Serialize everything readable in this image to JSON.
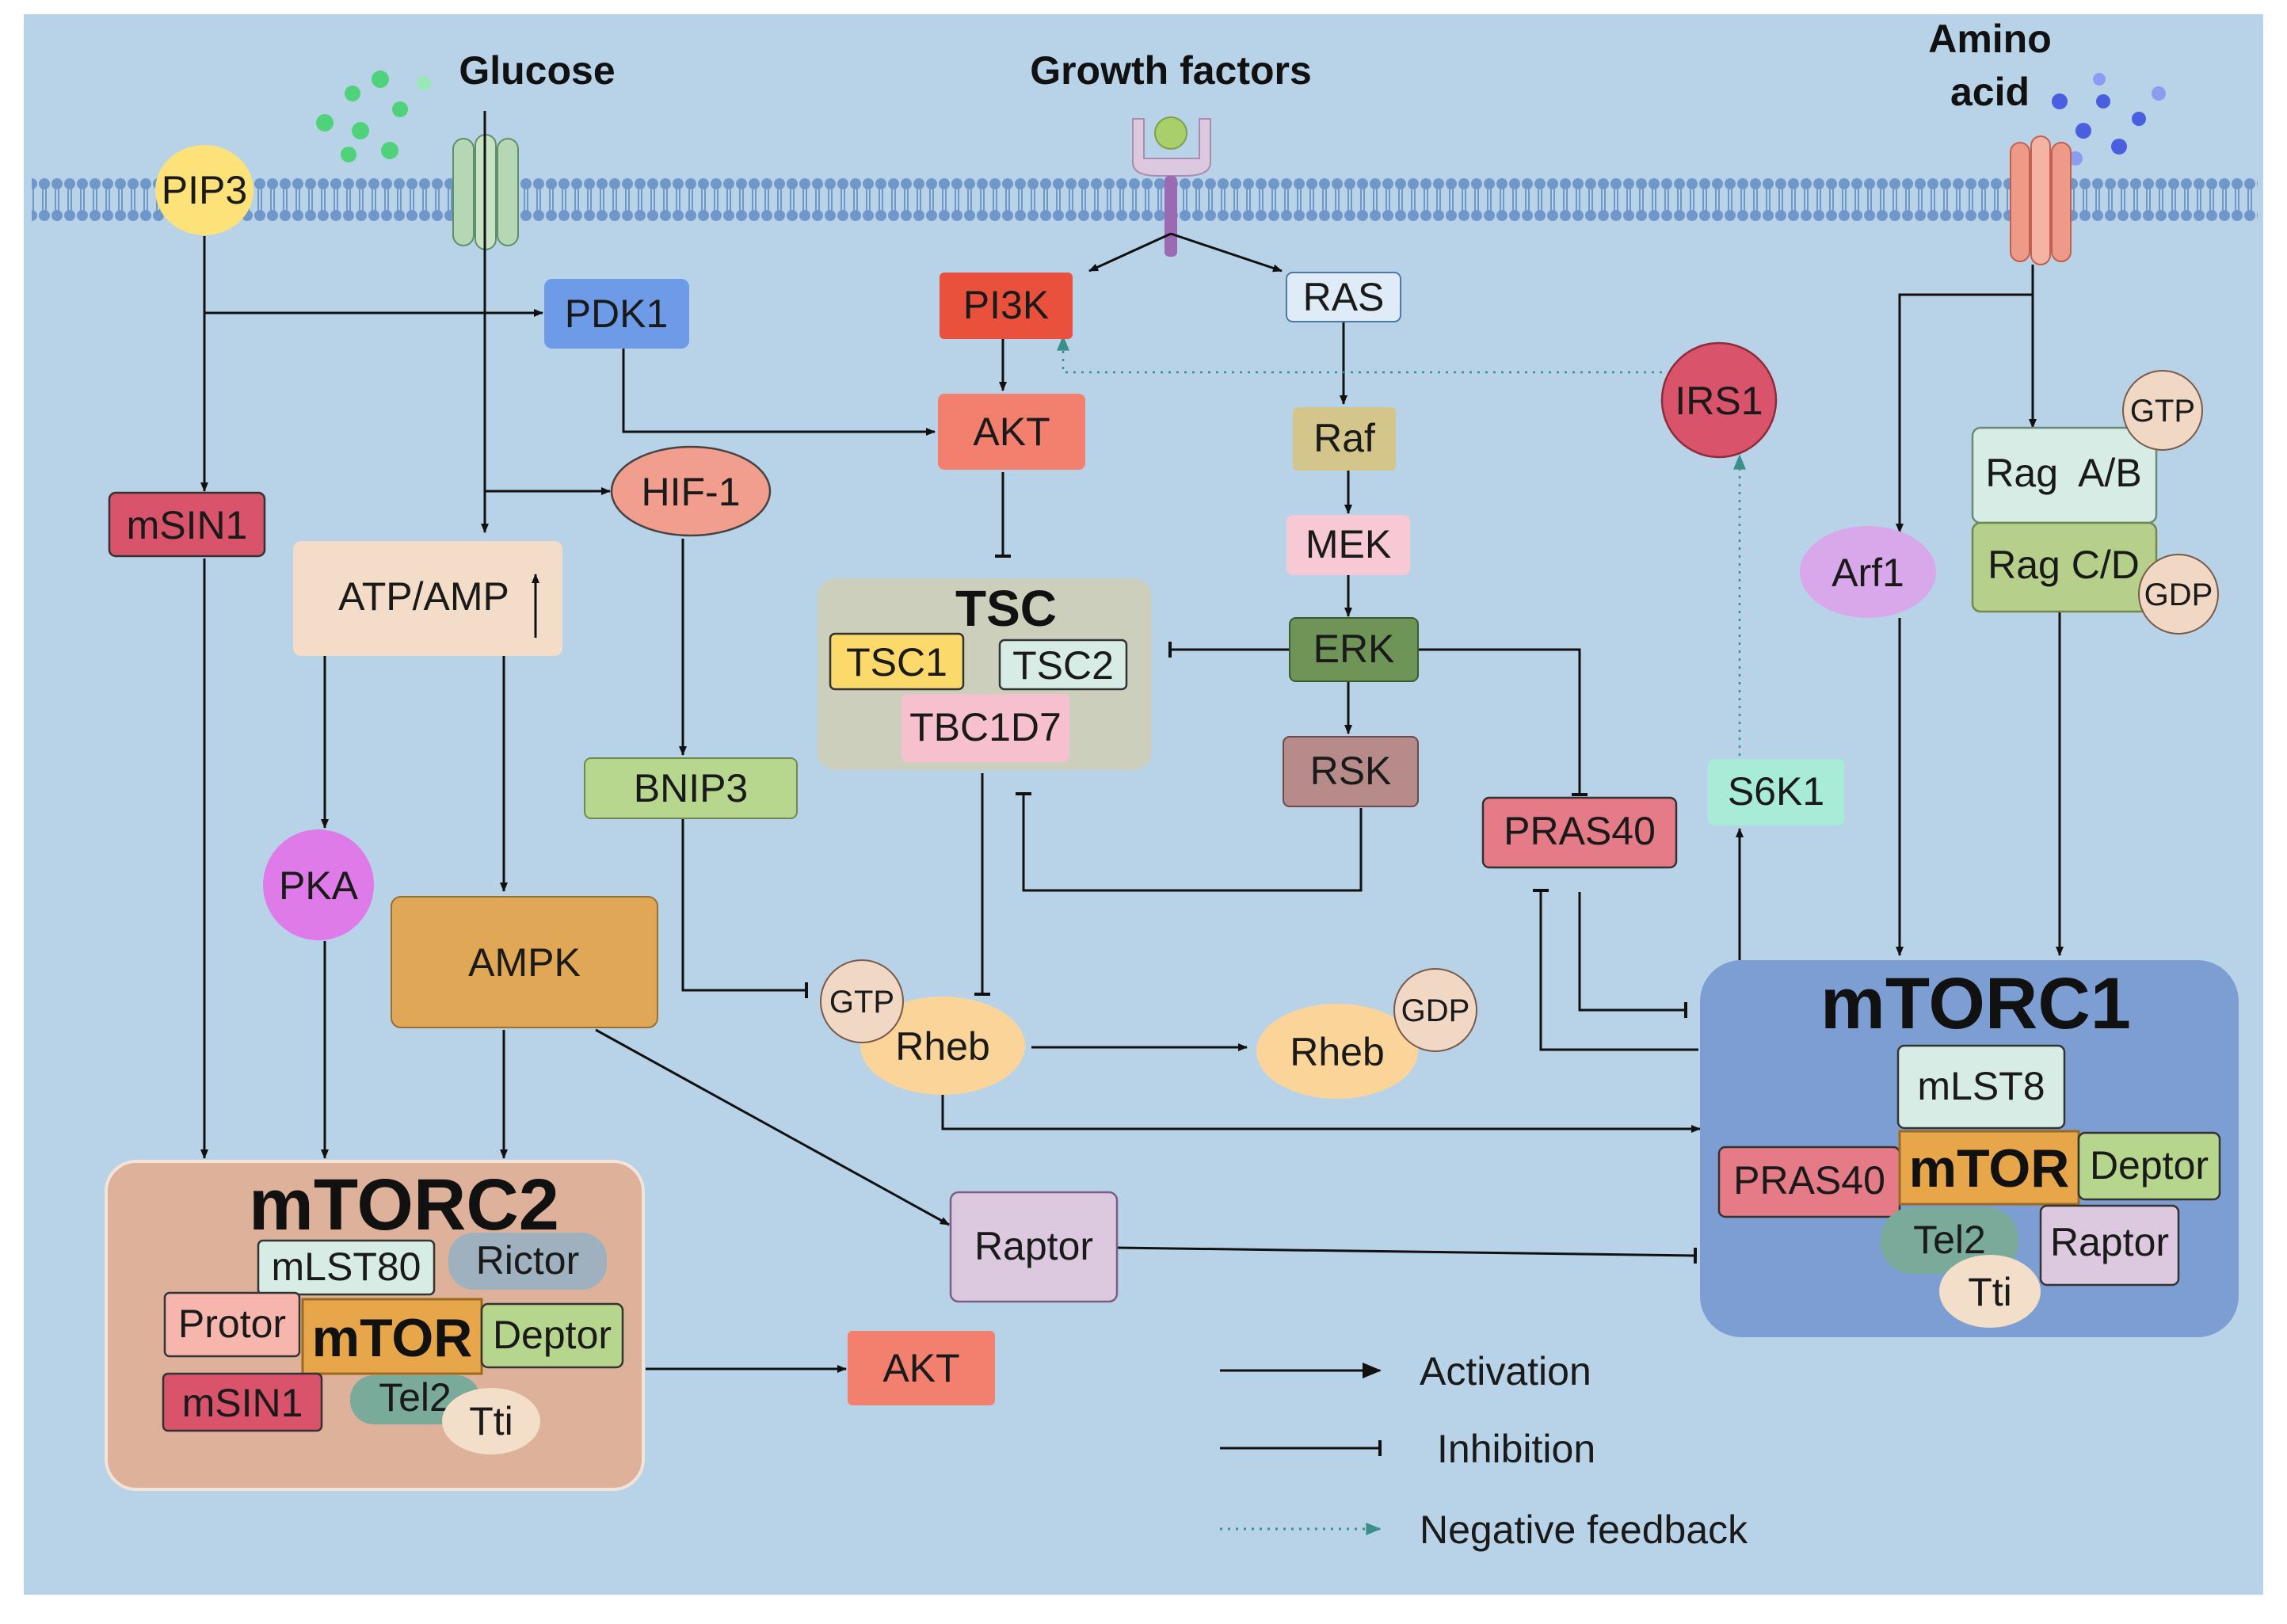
{
  "inputs": {
    "glucose": "Glucose",
    "growth_factors": "Growth factors",
    "amino_acid_line1": "Amino",
    "amino_acid_line2": "acid"
  },
  "nodes": {
    "pip3": "PIP3",
    "pdk1": "PDK1",
    "msin1": "mSIN1",
    "hif1": "HIF-1",
    "atp_amp": "ATP/AMP",
    "pka": "PKA",
    "ampk": "AMPK",
    "bnip3": "BNIP3",
    "pi3k": "PI3K",
    "akt": "AKT",
    "ras": "RAS",
    "raf": "Raf",
    "mek": "MEK",
    "erk": "ERK",
    "rsk": "RSK",
    "irs1": "IRS1",
    "tsc_title": "TSC",
    "tsc1": "TSC1",
    "tsc2": "TSC2",
    "tbc1d7": "TBC1D7",
    "rheb_gtp": "Rheb",
    "gtp": "GTP",
    "rheb_gdp": "Rheb",
    "gdp": "GDP",
    "raptor": "Raptor",
    "pras40": "PRAS40",
    "s6k1": "S6K1",
    "arf1": "Arf1",
    "rag_ab": "Rag  A/B",
    "rag_cd": "Rag C/D",
    "rag_gtp": "GTP",
    "rag_gdp": "GDP",
    "akt_out": "AKT"
  },
  "mtorc2": {
    "title": "mTORC2",
    "mlst8": "mLST80",
    "rictor": "Rictor",
    "protor": "Protor",
    "mtor": "mTOR",
    "deptor": "Deptor",
    "msin1": "mSIN1",
    "tel2": "Tel2",
    "tti": "Tti"
  },
  "mtorc1": {
    "title": "mTORC1",
    "mlst8": "mLST8",
    "pras40": "PRAS40",
    "mtor": "mTOR",
    "deptor": "Deptor",
    "tel2": "Tel2",
    "raptor": "Raptor",
    "tti": "Tti"
  },
  "legend": {
    "activation": "Activation",
    "inhibition": "Inhibition",
    "negative_feedback": "Negative feedback"
  },
  "colors": {
    "background": "#b8d3e8",
    "membrane": "#6f97c9",
    "pip3": "#fde27a",
    "pdk1": "#6d9be8",
    "msin1": "#d9536a",
    "hif1": "#f29e8e",
    "atp_amp": "#f3dcc8",
    "pka": "#de7be8",
    "ampk": "#e0a756",
    "bnip3": "#b7d68e",
    "pi3k": "#e9513d",
    "akt": "#f3806f",
    "ras": "#dfecf7",
    "raf": "#d4c68a",
    "mek": "#f6c9d4",
    "erk": "#6f9457",
    "rsk": "#b88b8b",
    "irs1": "#d9536a",
    "tsc": "#cccfbc",
    "tsc1": "#fbd96a",
    "tsc2": "#d6ece4",
    "tbc1d7": "#f7c0cf",
    "rheb": "#fbd49a",
    "gtp_gdp": "#f0d8c4",
    "raptor": "#dcc8df",
    "pras40": "#e57b86",
    "s6k1": "#a8ecd8",
    "arf1": "#d8a8ea",
    "rag_ab": "#d6ece4",
    "rag_cd": "#b6d08c",
    "mtorc1": "#7d9ed2",
    "mtorc2": "#ddb19a",
    "mtor": "#e8a64a",
    "deptor": "#b6d68e",
    "tel2": "#7aab9a",
    "tti": "#f3dfc9",
    "rictor": "#9fb1bf",
    "protor": "#f6b6ae",
    "feedback": "#3a8f8a"
  }
}
